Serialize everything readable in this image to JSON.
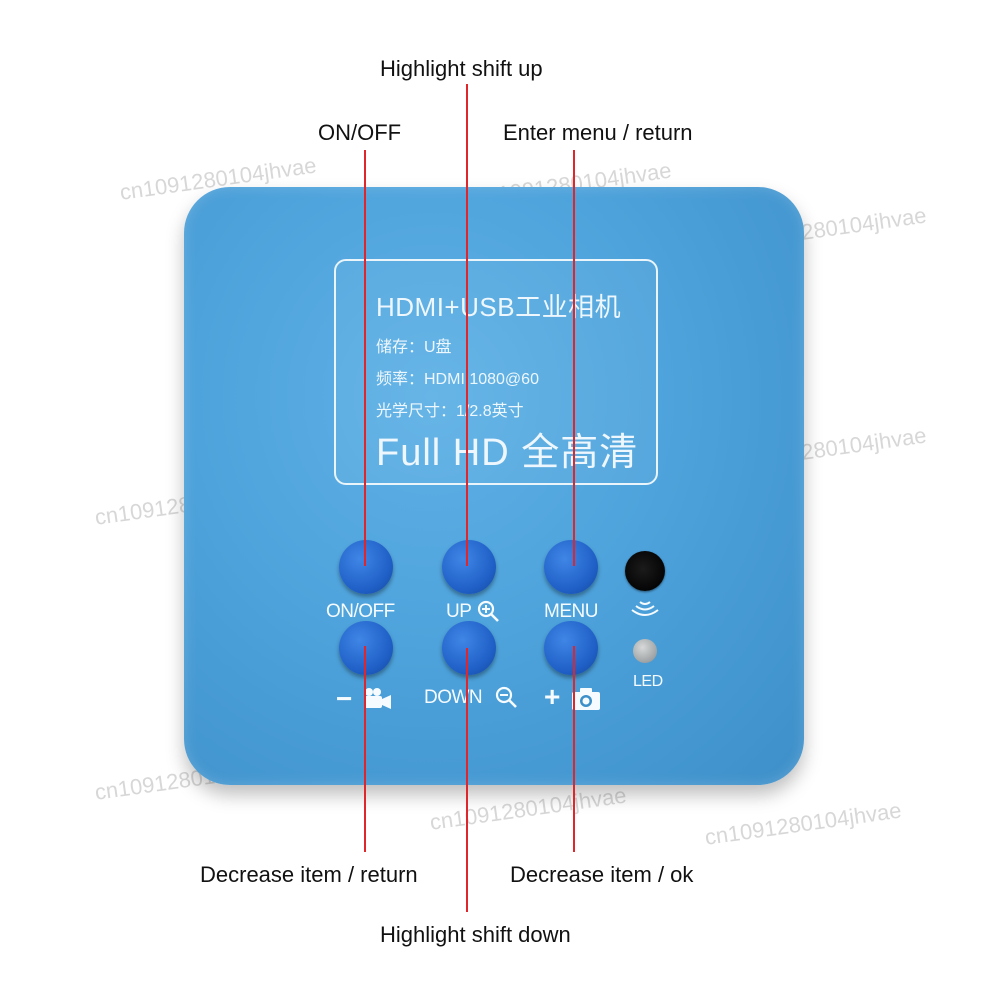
{
  "callouts": {
    "highlight_up": "Highlight shift up",
    "on_off": "ON/OFF",
    "enter_menu": "Enter menu / return",
    "decrease_return": "Decrease item / return",
    "decrease_ok": "Decrease item / ok",
    "highlight_down": "Highlight shift down"
  },
  "panel": {
    "title": "HDMI+USB工业相机",
    "storage": "储存：U盘",
    "frequency": "频率：HDMI 1080@60",
    "optical": "光学尺寸：1/2.8英寸",
    "full_hd": "Full HD 全高清"
  },
  "buttons": {
    "on_off": "ON/OFF",
    "up": "UP",
    "menu": "MENU",
    "down": "DOWN",
    "led": "LED"
  },
  "watermark": "cn1091280104jhvae",
  "colors": {
    "device_blue": "#4ea3dc",
    "button_blue": "#1f5fc6",
    "lead_line_red": "#e0262a"
  },
  "icons": [
    "zoom-in-icon",
    "zoom-out-icon",
    "video-camera-icon",
    "photo-camera-icon",
    "ir-signal-icon"
  ]
}
